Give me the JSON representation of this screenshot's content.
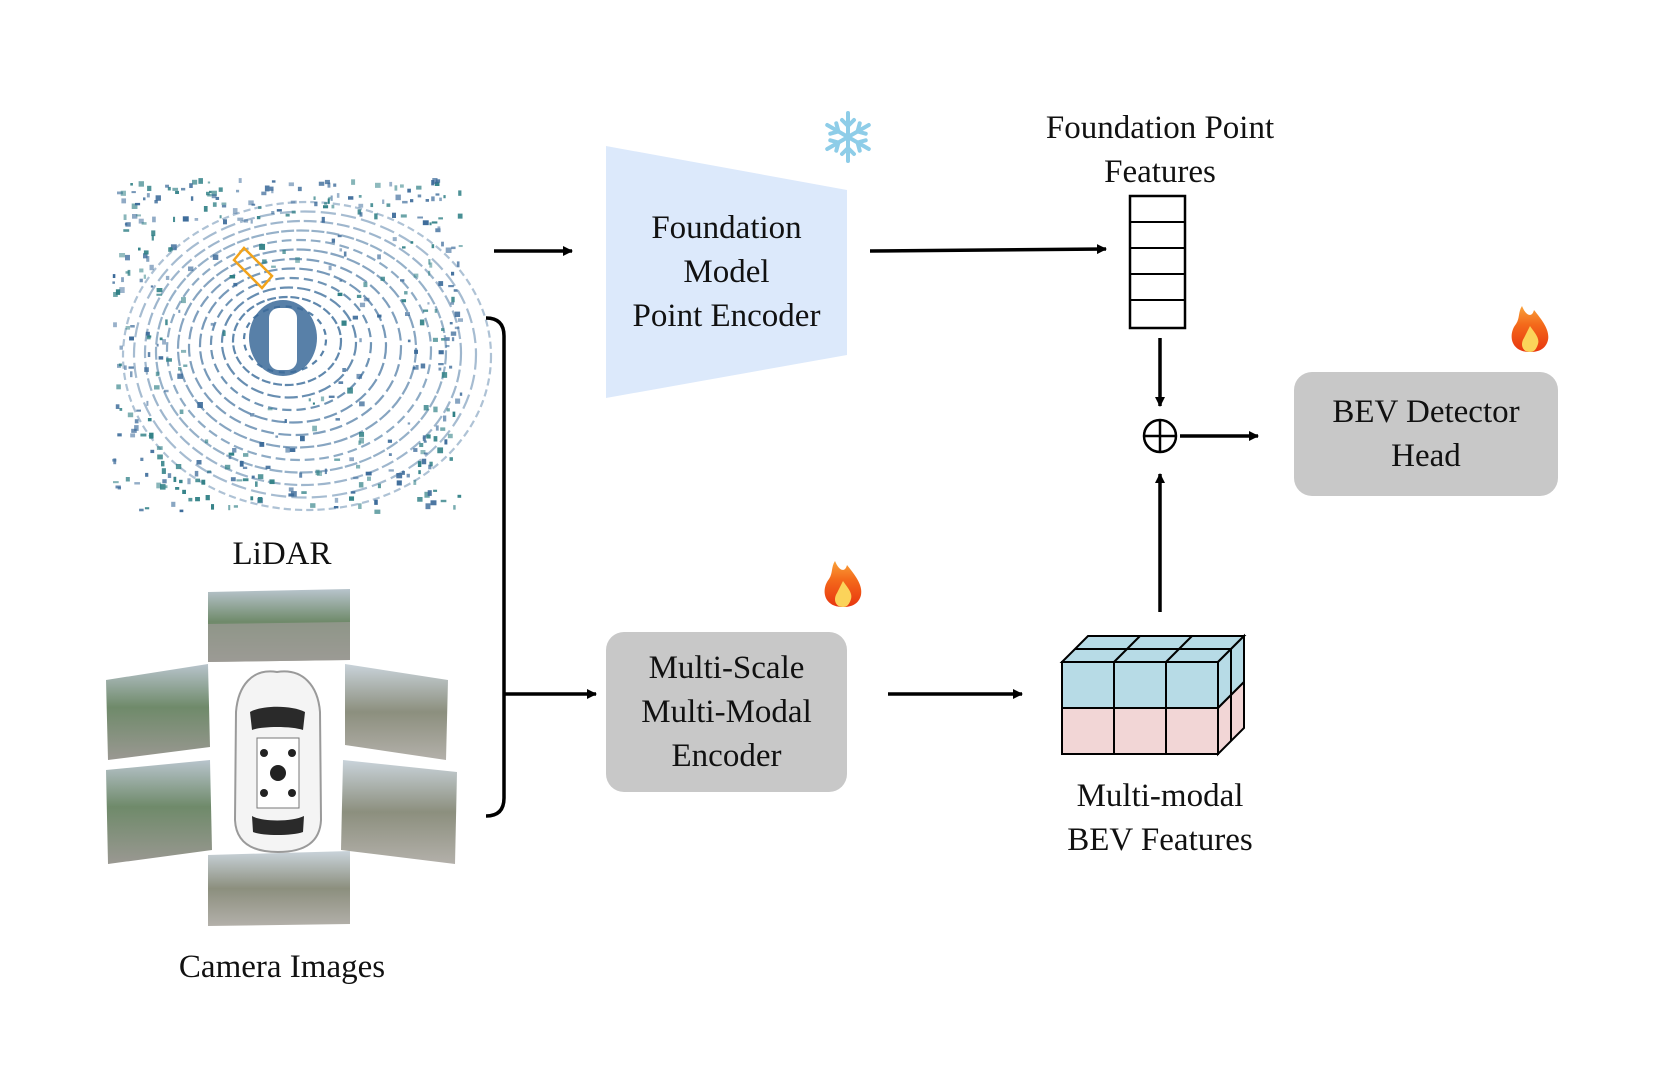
{
  "inputs": {
    "lidar_label": "LiDAR",
    "camera_label": "Camera Images"
  },
  "foundation_encoder": {
    "lines": [
      "Foundation",
      "Model",
      "Point Encoder"
    ],
    "color": "#dce9fb",
    "status_icon": "snowflake-icon"
  },
  "foundation_features": {
    "lines": [
      "Foundation Point",
      "Features"
    ]
  },
  "multimodal_encoder": {
    "lines": [
      "Multi-Scale",
      "Multi-Modal",
      "Encoder"
    ],
    "color": "#c8c8c8",
    "status_icon": "fire-icon"
  },
  "bev_features": {
    "lines": [
      "Multi-modal",
      "BEV Features"
    ],
    "top_color": "#b7dbe6",
    "bottom_color": "#f2d6d6"
  },
  "detector_head": {
    "lines": [
      "BEV Detector",
      "Head"
    ],
    "color": "#c8c8c8",
    "status_icon": "fire-icon"
  },
  "fusion_symbol": "⊕"
}
